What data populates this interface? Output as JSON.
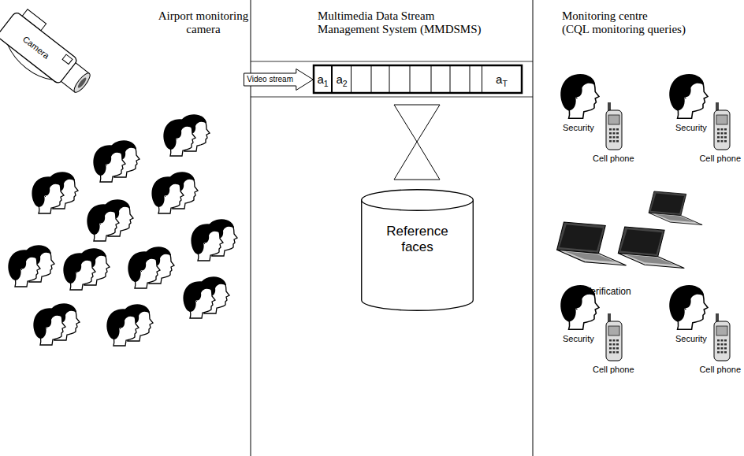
{
  "diagram": {
    "nodes": [
      {
        "text": [
          "a1"
        ]
      },
      {
        "text": [
          "a2"
        ]
      },
      {
        "text": [
          "aT"
        ]
      },
      {
        "text": [
          "Video stream"
        ]
      },
      {
        "text": [
          "Reference faces"
        ]
      }
    ],
    "labels": [
      "Airport monitoring camera",
      "Camera",
      "Multimedia Data Stream Management System (MMDSMS)",
      "Monitoring centre (CQL monitoring queries)",
      "Security",
      "Cell phone",
      "Security",
      "Cell phone",
      "Verification",
      "Security",
      "Cell phone",
      "Security",
      "Cell phone"
    ]
  }
}
